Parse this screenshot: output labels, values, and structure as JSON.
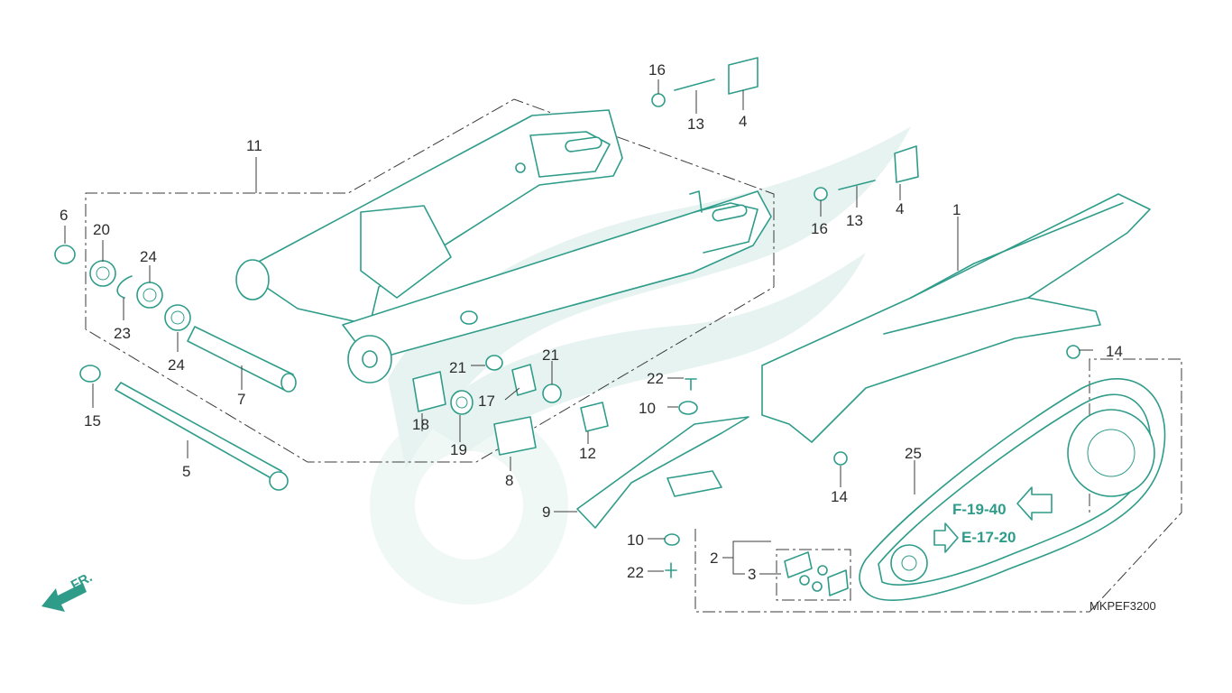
{
  "diagram": {
    "code": "MKPEF3200",
    "direction_label": "FR.",
    "references": [
      "F-19-40",
      "E-17-20"
    ],
    "callouts": [
      "1",
      "2",
      "3",
      "4",
      "4",
      "5",
      "6",
      "7",
      "8",
      "9",
      "10",
      "10",
      "11",
      "12",
      "13",
      "13",
      "14",
      "14",
      "15",
      "16",
      "16",
      "17",
      "18",
      "19",
      "20",
      "21",
      "21",
      "22",
      "22",
      "23",
      "24",
      "24",
      "25"
    ]
  },
  "colors": {
    "line": "#2f9c8a",
    "text": "#2d2d2d",
    "watermark": "#e6f3f0"
  }
}
